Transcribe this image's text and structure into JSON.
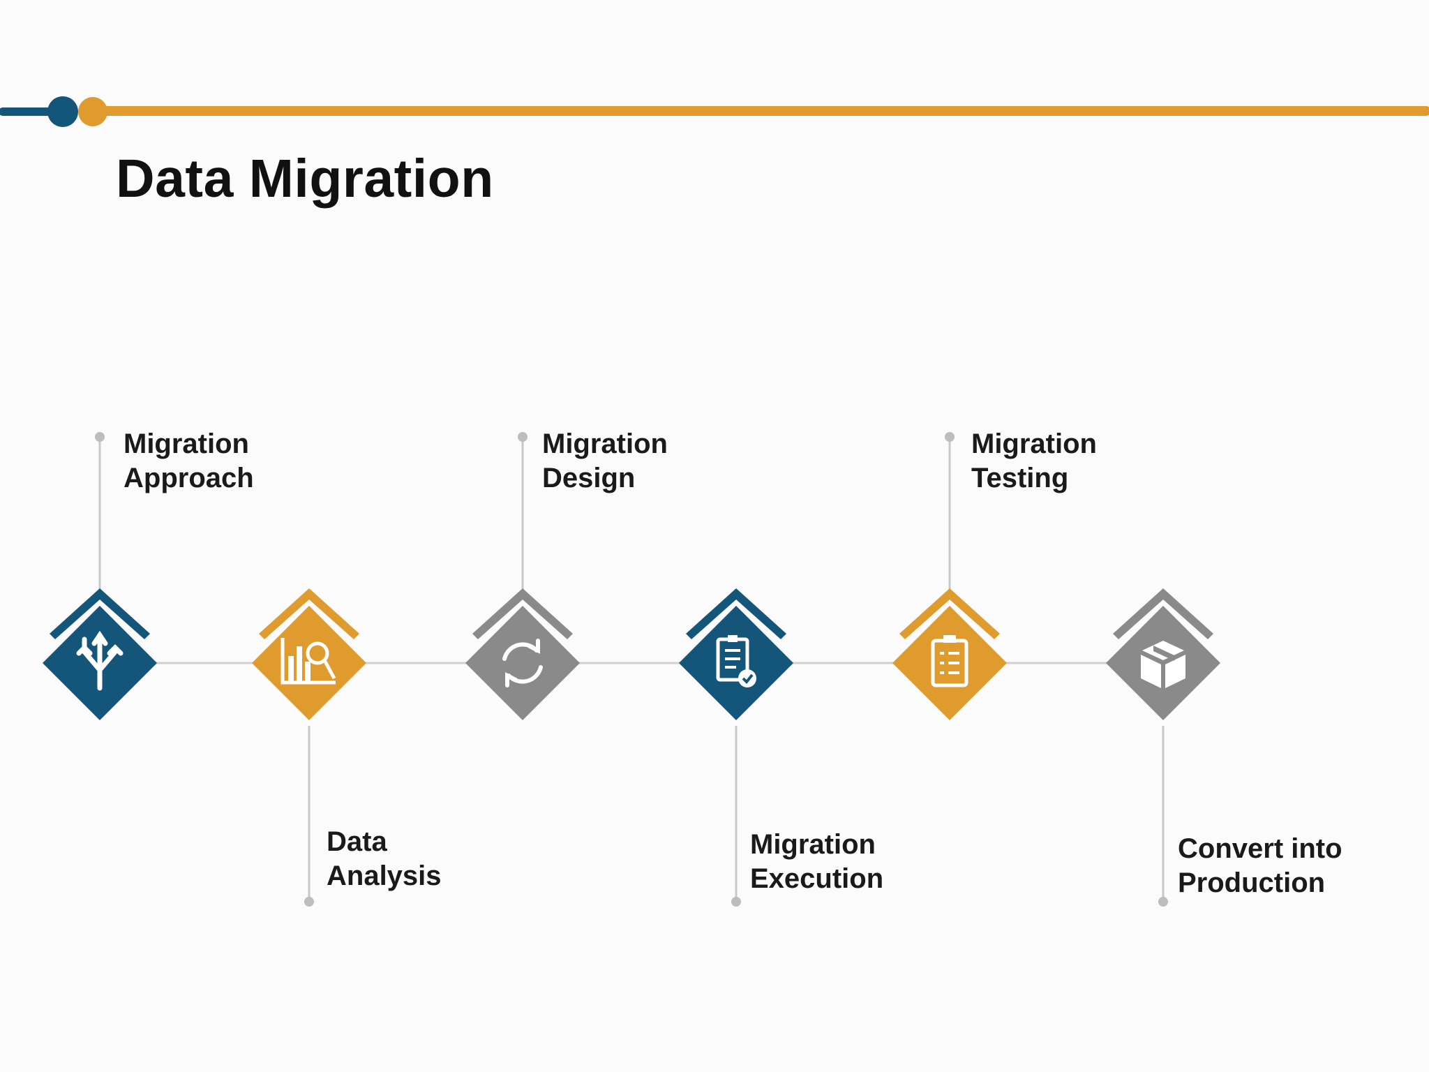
{
  "title": "Data Migration",
  "colors": {
    "navy": "#14557a",
    "orange": "#e09b2f",
    "gray": "#8a8a8a",
    "connector": "#c8c8c8"
  },
  "steps": [
    {
      "label": "Migration\nApproach",
      "color": "navy",
      "icon": "branch-icon",
      "position": "top"
    },
    {
      "label": "Data\nAnalysis",
      "color": "orange",
      "icon": "bar-chart-analysis-icon",
      "position": "bottom"
    },
    {
      "label": "Migration\nDesign",
      "color": "gray",
      "icon": "refresh-cycle-icon",
      "position": "top"
    },
    {
      "label": "Migration\nExecution",
      "color": "navy",
      "icon": "clipboard-check-icon",
      "position": "bottom"
    },
    {
      "label": "Migration\nTesting",
      "color": "orange",
      "icon": "clipboard-list-icon",
      "position": "top"
    },
    {
      "label": "Convert into\nProduction",
      "color": "gray",
      "icon": "package-box-icon",
      "position": "bottom"
    }
  ]
}
